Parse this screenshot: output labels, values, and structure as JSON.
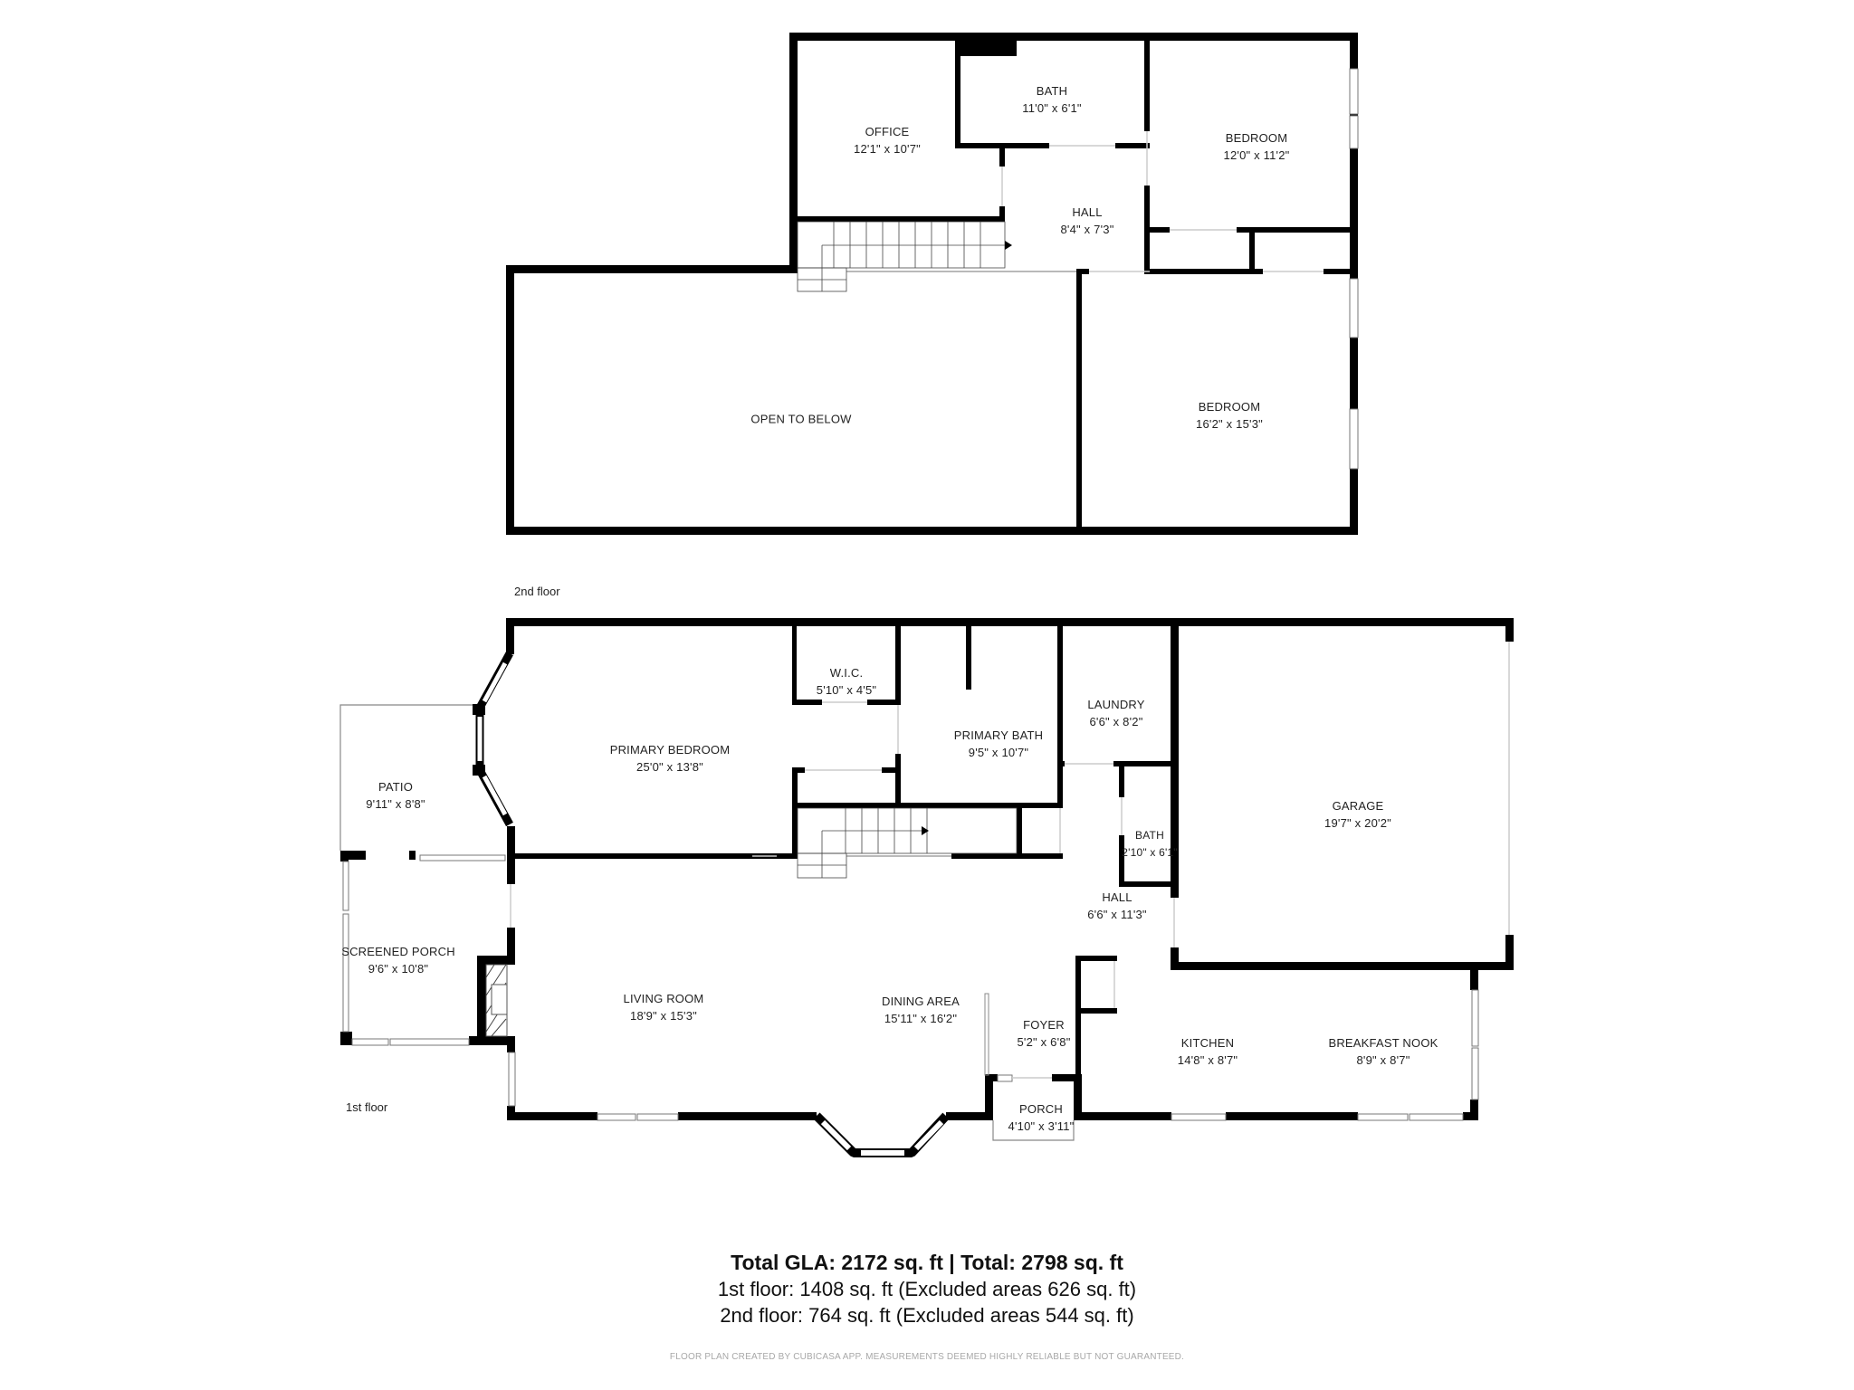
{
  "floors": [
    {
      "label": "2nd floor",
      "rooms": [
        {
          "name": "OFFICE",
          "dims": "12'1\" x 10'7\""
        },
        {
          "name": "BATH",
          "dims": "11'0\" x 6'1\""
        },
        {
          "name": "BEDROOM",
          "dims": "12'0\" x 11'2\""
        },
        {
          "name": "HALL",
          "dims": "8'4\" x 7'3\""
        },
        {
          "name": "OPEN TO BELOW",
          "dims": ""
        },
        {
          "name": "BEDROOM",
          "dims": "16'2\" x 15'3\""
        }
      ]
    },
    {
      "label": "1st floor",
      "rooms": [
        {
          "name": "PRIMARY BEDROOM",
          "dims": "25'0\" x 13'8\""
        },
        {
          "name": "W.I.C.",
          "dims": "5'10\" x 4'5\""
        },
        {
          "name": "PRIMARY BATH",
          "dims": "9'5\" x 10'7\""
        },
        {
          "name": "LAUNDRY",
          "dims": "6'6\" x 8'2\""
        },
        {
          "name": "GARAGE",
          "dims": "19'7\" x 20'2\""
        },
        {
          "name": "BATH",
          "dims": "2'10\" x 6'1\""
        },
        {
          "name": "HALL",
          "dims": "6'6\" x 11'3\""
        },
        {
          "name": "PATIO",
          "dims": "9'11\" x 8'8\""
        },
        {
          "name": "SCREENED PORCH",
          "dims": "9'6\" x 10'8\""
        },
        {
          "name": "LIVING ROOM",
          "dims": "18'9\" x 15'3\""
        },
        {
          "name": "DINING AREA",
          "dims": "15'11\" x 16'2\""
        },
        {
          "name": "FOYER",
          "dims": "5'2\" x 6'8\""
        },
        {
          "name": "PORCH",
          "dims": "4'10\" x 3'11\""
        },
        {
          "name": "KITCHEN",
          "dims": "14'8\" x 8'7\""
        },
        {
          "name": "BREAKFAST NOOK",
          "dims": "8'9\" x 8'7\""
        }
      ]
    }
  ],
  "summary": {
    "total_line": "Total GLA: 2172 sq. ft | Total: 2798 sq. ft",
    "first_floor_line": "1st floor: 1408 sq. ft (Excluded areas 626 sq. ft)",
    "second_floor_line": "2nd floor: 764 sq. ft (Excluded areas 544 sq. ft)",
    "total_gla_sqft": 2172,
    "total_sqft": 2798,
    "first_floor_sqft": 1408,
    "first_floor_excluded_sqft": 626,
    "second_floor_sqft": 764,
    "second_floor_excluded_sqft": 544
  },
  "disclaimer": "FLOOR PLAN CREATED BY CUBICASA APP. MEASUREMENTS DEEMED HIGHLY RELIABLE BUT NOT GUARANTEED.",
  "colors": {
    "wall": "#000000",
    "window": "#ffffff",
    "window_line": "#888888",
    "disclaimer": "#a8a8a8"
  }
}
